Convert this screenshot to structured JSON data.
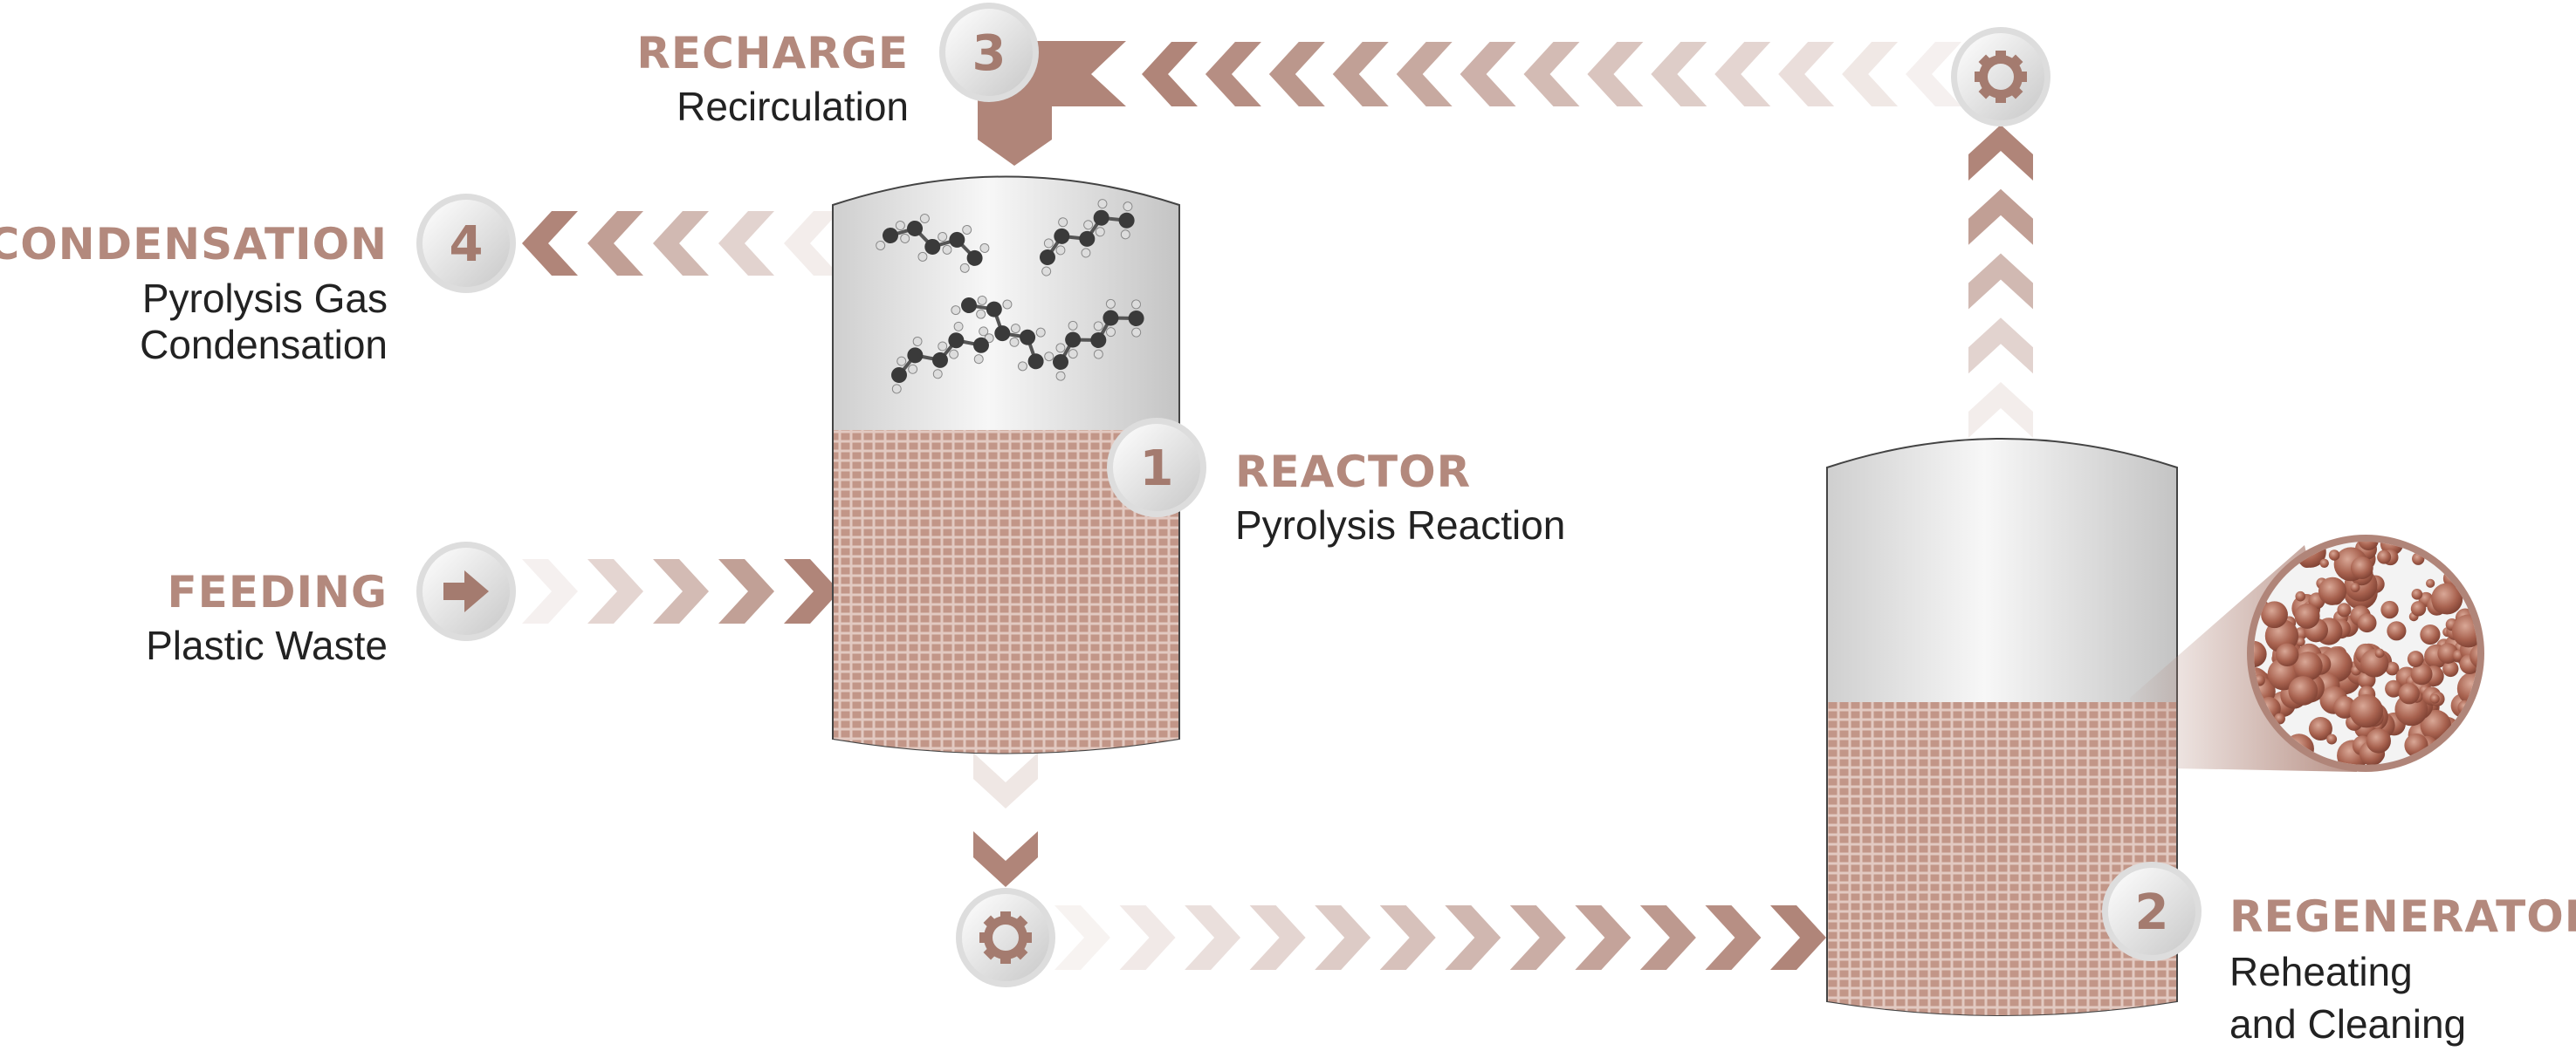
{
  "colors": {
    "accent": "#b08579",
    "label": "#b3897d",
    "fill": "#c39a8e",
    "badge_number": "#a47b6f"
  },
  "steps": {
    "recharge": {
      "number": "3",
      "title": "RECHARGE",
      "lines": [
        "Recirculation"
      ]
    },
    "condensation": {
      "number": "4",
      "title": "CONDENSATION",
      "lines": [
        "Pyrolysis Gas",
        "Condensation"
      ]
    },
    "feeding": {
      "icon": "arrow-right-icon",
      "title": "FEEDING",
      "lines": [
        "Plastic Waste"
      ]
    },
    "reactor": {
      "number": "1",
      "title": "REACTOR",
      "lines": [
        "Pyrolysis Reaction"
      ]
    },
    "regenerator": {
      "number": "2",
      "title": "REGENERATOR",
      "lines": [
        "Reheating",
        "and Cleaning"
      ]
    }
  },
  "icons": {
    "top_gear": "gear-icon",
    "bottom_gear": "gear-icon"
  }
}
